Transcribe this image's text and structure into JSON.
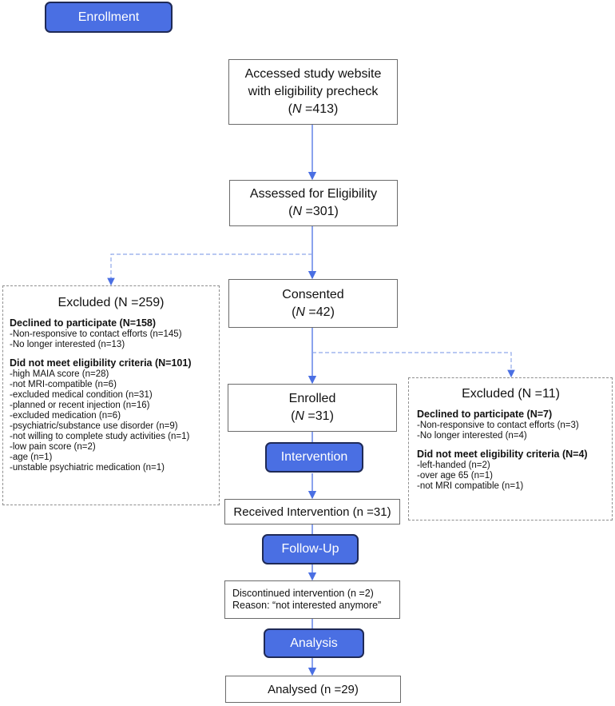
{
  "stages": {
    "enrollment": "Enrollment",
    "intervention": "Intervention",
    "follow_up": "Follow-Up",
    "analysis": "Analysis"
  },
  "boxes": {
    "accessed": {
      "line1": "Accessed study website",
      "line2": "with eligibility precheck",
      "n_prefix": "(",
      "n_italic": "N",
      "n_value": " =413)"
    },
    "assessed": {
      "line1": "Assessed for Eligibility",
      "n_prefix": "(",
      "n_italic": "N",
      "n_value": " =301)"
    },
    "consented": {
      "line1": "Consented",
      "n_prefix": "(",
      "n_italic": "N",
      "n_value": " =42)"
    },
    "enrolled": {
      "line1": "Enrolled",
      "n_prefix": "(",
      "n_italic": "N",
      "n_value": " =31)"
    },
    "received": {
      "text": "Received Intervention (n =31)"
    },
    "discontinued": {
      "line1": "Discontinued intervention (n =2)",
      "line2": "Reason: “not interested anymore”"
    },
    "analysed": {
      "text": "Analysed (n =29)"
    }
  },
  "excluded_left": {
    "title": "Excluded (N =259)",
    "declined_header": "Declined to participate (N=158)",
    "declined_items": [
      "-Non-responsive to contact efforts (n=145)",
      "-No longer interested (n=13)"
    ],
    "criteria_header": "Did not meet eligibility criteria (N=101)",
    "criteria_items": [
      "-high MAIA score (n=28)",
      "-not MRI-compatible (n=6)",
      "-excluded medical condition (n=31)",
      "-planned or recent injection (n=16)",
      "-excluded medication (n=6)",
      "-psychiatric/substance use disorder (n=9)",
      "-not willing to complete study activities (n=1)",
      "-low pain score (n=2)",
      "-age (n=1)",
      "-unstable psychiatric medication (n=1)"
    ]
  },
  "excluded_right": {
    "title": "Excluded (N =11)",
    "declined_header": "Declined to participate (N=7)",
    "declined_items": [
      "-Non-responsive to contact efforts (n=3)",
      "-No longer interested (n=4)"
    ],
    "criteria_header": "Did not meet eligibility criteria (N=4)",
    "criteria_items": [
      "-left-handed (n=2)",
      "-over age 65 (n=1)",
      "-not MRI compatible (n=1)"
    ]
  },
  "colors": {
    "stage_fill": "#4a6fe3",
    "stage_border": "#1f2a56",
    "arrow": "#4a6fe3",
    "dashed_arrow": "#8fa8ea"
  }
}
